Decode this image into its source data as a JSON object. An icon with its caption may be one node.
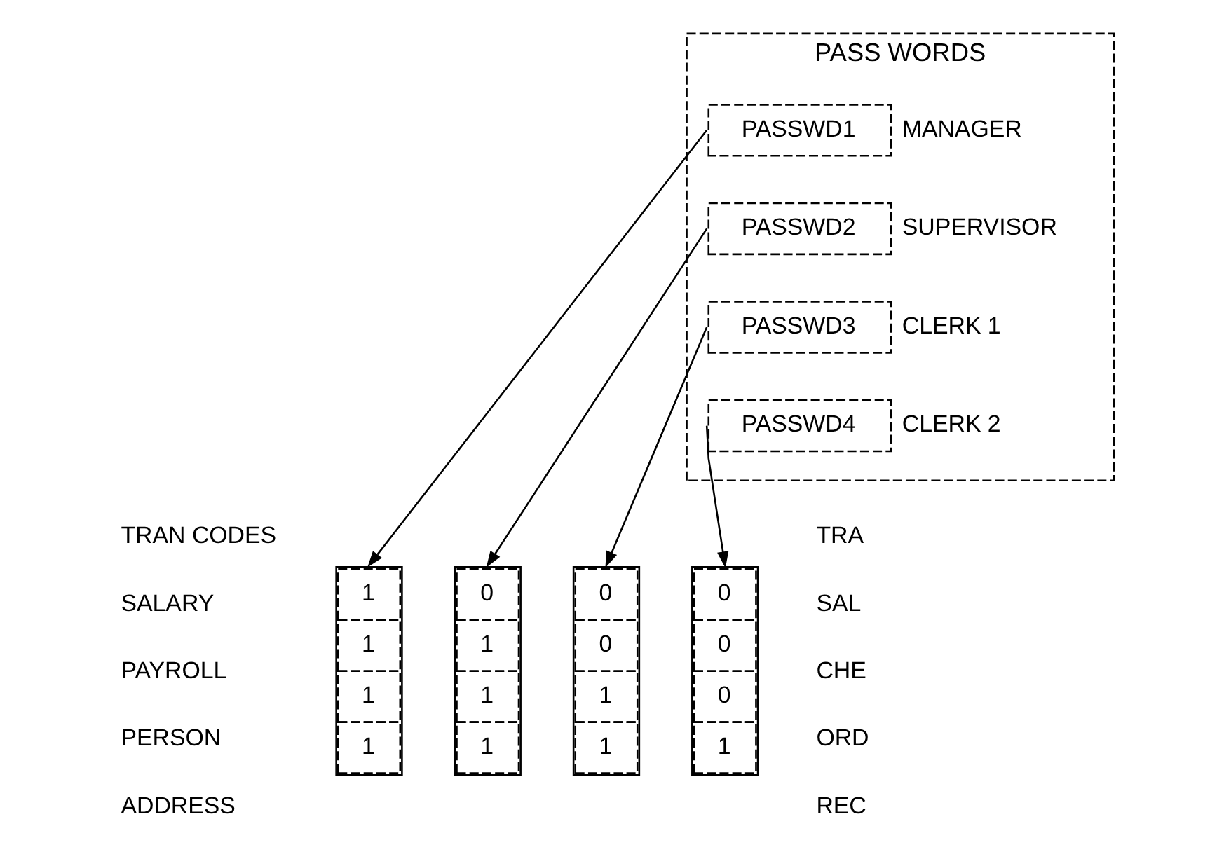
{
  "diagram": {
    "nodes": [
      {
        "text": [
          "PASS WORDS"
        ]
      },
      {
        "text": [
          "PASSWD1"
        ],
        "in": 0,
        "beside": [
          "MANAGER"
        ]
      },
      {
        "text": [
          "PASSWD2"
        ],
        "in": 0,
        "beside": [
          "SUPERVISOR"
        ]
      },
      {
        "text": [
          "PASSWD3"
        ],
        "in": 0,
        "beside": [
          "CLERK 1"
        ]
      },
      {
        "text": [
          "PASSWD4"
        ],
        "in": 0,
        "beside": [
          "CLERK 2"
        ]
      },
      {
        "text": [
          "1",
          "1",
          "1",
          "1"
        ]
      },
      {
        "text": [
          "0",
          "1",
          "1",
          "1"
        ]
      },
      {
        "text": [
          "0",
          "0",
          "1",
          "1"
        ]
      },
      {
        "text": [
          "0",
          "0",
          "0",
          "1"
        ]
      }
    ],
    "edges": [
      {
        "from": 1,
        "to": 5,
        "arrow": "to"
      },
      {
        "from": 2,
        "to": 6,
        "arrow": "to"
      },
      {
        "from": 3,
        "to": 7,
        "arrow": "to"
      },
      {
        "from": 4,
        "to": 8,
        "arrow": "to"
      }
    ],
    "labels": [
      "TRAN CODES",
      "SALARY",
      "PAYROLL",
      "PERSON",
      "ADDRESS",
      "TRA",
      "SAL",
      "CHE",
      "ORD",
      "REC"
    ]
  }
}
